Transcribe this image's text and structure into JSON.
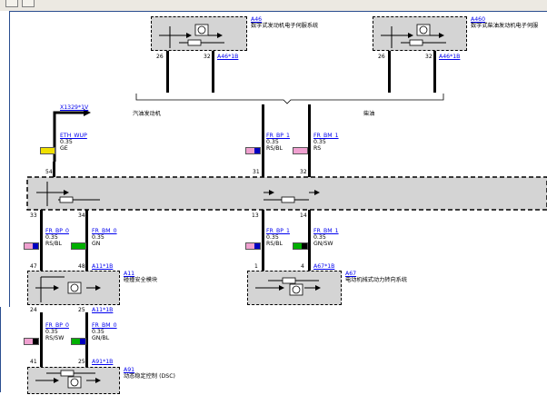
{
  "toolbar": {
    "buttons": [
      "back-button",
      "forward-button"
    ]
  },
  "components": {
    "a46": {
      "code": "A46",
      "title": "数字式发动机电子伺服系统",
      "pin_a": "26",
      "pin_b": "32",
      "connector": "A46*1B"
    },
    "a460": {
      "code": "A460",
      "title": "数字式柴油发动机电子伺服",
      "pin_a": "26",
      "pin_b": "32",
      "connector": "A46*1B"
    },
    "a11": {
      "code": "A11",
      "title": "碰撞安全模块",
      "pin_a": "47",
      "pin_b": "48",
      "connector": "A11*1B"
    },
    "a67": {
      "code": "A67",
      "title": "电动机械式动力转向系统",
      "pin_a": "1",
      "pin_b": "4",
      "connector": "A67*1B"
    },
    "a91": {
      "code": "A91",
      "title": "动态稳定控制 (DSC)",
      "pin_a": "41",
      "pin_b": "25",
      "connector": "A91*1B"
    },
    "a11_bottom": {
      "pin_a": "24",
      "pin_b": "25",
      "connector": "A11*1B"
    }
  },
  "engine_variants": {
    "gasoline": "汽油发动机",
    "diesel": "柴油"
  },
  "connector_x1329": "X1329*1V",
  "wires": {
    "eth_wup": {
      "name": "ETH_WUP",
      "gauge": "0.35",
      "color": "GE",
      "color_hex": "#f0e000",
      "pin": "54"
    },
    "fr_bp_1_top": {
      "name": "FR_BP_1",
      "gauge": "0.35",
      "color": "RS/BL",
      "c1": "#f0a0d0",
      "c2": "#0000c0",
      "pin": "31"
    },
    "fr_bm_1_top": {
      "name": "FR_BM_1",
      "gauge": "0.35",
      "color": "RS",
      "c1": "#f0a0d0",
      "pin": "32"
    },
    "fr_bp_0_left": {
      "name": "FR_BP_0",
      "gauge": "0.35",
      "color": "RS/BL",
      "c1": "#f0a0d0",
      "c2": "#0000c0",
      "pin": "33"
    },
    "fr_bm_0_left": {
      "name": "FR_BM_0",
      "gauge": "0.35",
      "color": "GN",
      "c1": "#00b000",
      "pin": "34"
    },
    "fr_bp_1_right": {
      "name": "FR_BP_1",
      "gauge": "0.35",
      "color": "RS/BL",
      "c1": "#f0a0d0",
      "c2": "#0000c0",
      "pin": "13"
    },
    "fr_bm_1_right": {
      "name": "FR_BM_1",
      "gauge": "0.35",
      "color": "GN/SW",
      "c1": "#00b000",
      "c2": "#000000",
      "pin": "14"
    },
    "fr_bp_0_low": {
      "name": "FR_BP_0",
      "gauge": "0.35",
      "color": "RS/SW",
      "c1": "#f0a0d0",
      "c2": "#000000"
    },
    "fr_bm_0_low": {
      "name": "FR_BM_0",
      "gauge": "0.35",
      "color": "GN/BL",
      "c1": "#00b000",
      "c2": "#0000c0"
    }
  },
  "colors": {
    "box_fill": "#d4d4d4",
    "link": "#0000ee",
    "frame": "#2a4d8f"
  }
}
